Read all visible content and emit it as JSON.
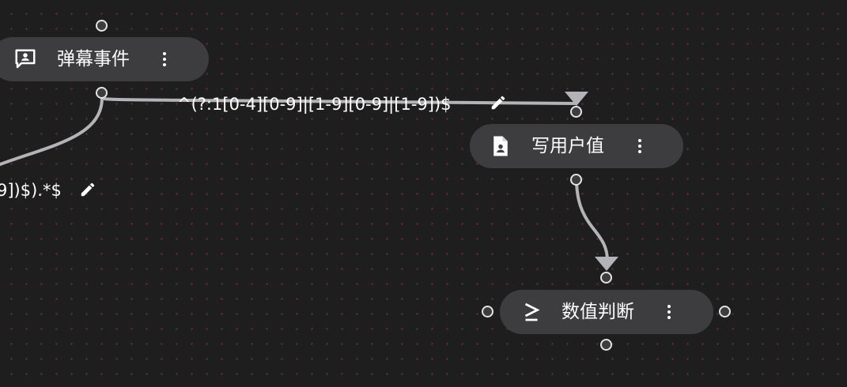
{
  "nodes": {
    "danmu": {
      "label": "弹幕事件",
      "icon": "comment-account-icon"
    },
    "write": {
      "label": "写用户值",
      "icon": "file-account-icon"
    },
    "compare": {
      "label": "数值判断",
      "icon": "greater-or-equal-icon"
    }
  },
  "edges": {
    "regex_main": {
      "label": "^(?:1[0-4][0-9]|[1-9][0-9]|[1-9])$"
    },
    "regex_left": {
      "label": "9])$).*$"
    }
  },
  "colors": {
    "background": "#1f1e1f",
    "grid_dot": "#6b2f3a",
    "node_bg": "#3d3c3e",
    "edge": "#b4b3b8",
    "text": "#ffffff"
  }
}
